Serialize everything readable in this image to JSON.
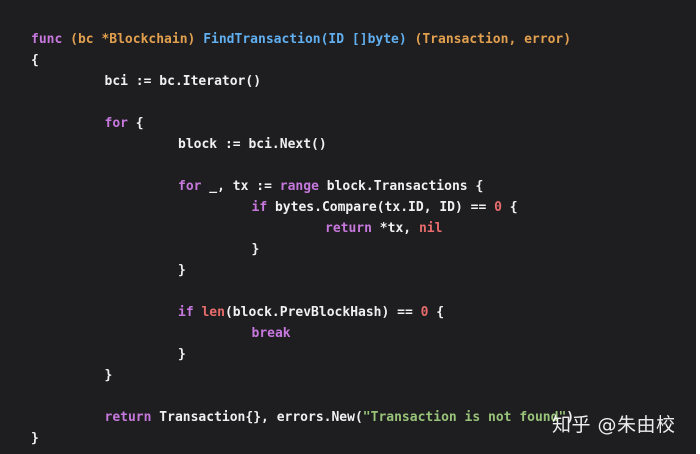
{
  "colors": {
    "background": "#1e1e21",
    "keyword": "#c678dd",
    "function": "#61afef",
    "type": "#e2a04f",
    "number": "#e86c6c",
    "string": "#98c379",
    "plain": "#f0f0f0"
  },
  "code": {
    "lines": [
      {
        "indent": 0,
        "tokens": [
          {
            "t": "func",
            "c": "kw"
          },
          {
            "t": " ",
            "c": "txt"
          },
          {
            "t": "(bc *Blockchain)",
            "c": "ty"
          },
          {
            "t": " ",
            "c": "txt"
          },
          {
            "t": "FindTransaction",
            "c": "fn"
          },
          {
            "t": "(ID []byte)",
            "c": "fn"
          },
          {
            "t": " ",
            "c": "txt"
          },
          {
            "t": "(Transaction, error)",
            "c": "ty"
          }
        ]
      },
      {
        "indent": 0,
        "tokens": [
          {
            "t": "{",
            "c": "txt"
          }
        ]
      },
      {
        "indent": 1,
        "tokens": [
          {
            "t": "bci := bc.Iterator()",
            "c": "txt"
          }
        ]
      },
      {
        "indent": 0,
        "tokens": []
      },
      {
        "indent": 1,
        "tokens": [
          {
            "t": "for",
            "c": "kw"
          },
          {
            "t": " {",
            "c": "txt"
          }
        ]
      },
      {
        "indent": 2,
        "tokens": [
          {
            "t": "block := bci.Next()",
            "c": "txt"
          }
        ]
      },
      {
        "indent": 0,
        "tokens": []
      },
      {
        "indent": 2,
        "tokens": [
          {
            "t": "for",
            "c": "kw"
          },
          {
            "t": " _, tx := ",
            "c": "txt"
          },
          {
            "t": "range",
            "c": "kw"
          },
          {
            "t": " block.Transactions {",
            "c": "txt"
          }
        ]
      },
      {
        "indent": 3,
        "tokens": [
          {
            "t": "if",
            "c": "kw"
          },
          {
            "t": " bytes.Compare(tx.ID, ID) == ",
            "c": "txt"
          },
          {
            "t": "0",
            "c": "num"
          },
          {
            "t": " {",
            "c": "txt"
          }
        ]
      },
      {
        "indent": 4,
        "tokens": [
          {
            "t": "return",
            "c": "kw"
          },
          {
            "t": " *tx, ",
            "c": "txt"
          },
          {
            "t": "nil",
            "c": "num"
          }
        ]
      },
      {
        "indent": 3,
        "tokens": [
          {
            "t": "}",
            "c": "txt"
          }
        ]
      },
      {
        "indent": 2,
        "tokens": [
          {
            "t": "}",
            "c": "txt"
          }
        ]
      },
      {
        "indent": 0,
        "tokens": []
      },
      {
        "indent": 2,
        "tokens": [
          {
            "t": "if",
            "c": "kw"
          },
          {
            "t": " ",
            "c": "txt"
          },
          {
            "t": "len",
            "c": "num"
          },
          {
            "t": "(block.PrevBlockHash) == ",
            "c": "txt"
          },
          {
            "t": "0",
            "c": "num"
          },
          {
            "t": " {",
            "c": "txt"
          }
        ]
      },
      {
        "indent": 3,
        "tokens": [
          {
            "t": "break",
            "c": "kw"
          }
        ]
      },
      {
        "indent": 2,
        "tokens": [
          {
            "t": "}",
            "c": "txt"
          }
        ]
      },
      {
        "indent": 1,
        "tokens": [
          {
            "t": "}",
            "c": "txt"
          }
        ]
      },
      {
        "indent": 0,
        "tokens": []
      },
      {
        "indent": 1,
        "tokens": [
          {
            "t": "return",
            "c": "kw"
          },
          {
            "t": " Transaction{}, errors.New(",
            "c": "txt"
          },
          {
            "t": "\"Transaction is not found\"",
            "c": "str"
          },
          {
            "t": ")",
            "c": "txt"
          }
        ]
      },
      {
        "indent": 0,
        "tokens": [
          {
            "t": "}",
            "c": "txt"
          }
        ]
      }
    ]
  },
  "watermark": {
    "text": "知乎 @朱由校"
  }
}
